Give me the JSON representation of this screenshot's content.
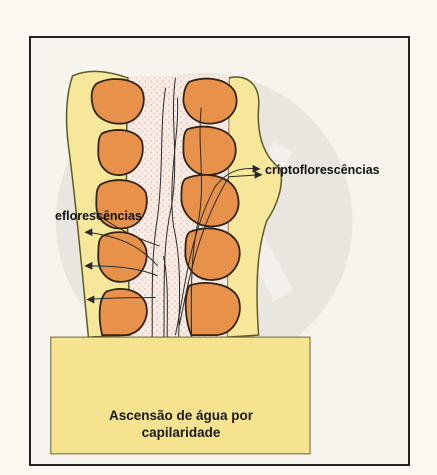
{
  "labels": {
    "criptoflorescencias": "criptoflorescências",
    "eflorescencias": "eflorescências"
  },
  "footer": {
    "line1": "Ascensão de água por",
    "line2": "capilaridade"
  },
  "colors": {
    "wall_yellow": "#f6e79a",
    "wall_outline": "#5a5a2a",
    "stone_orange": "#e8914a",
    "stone_outline": "#2e2418",
    "mortar_speckle": "#efd3c4",
    "watermark_gray": "#dcd8d3",
    "frame": "#222222"
  }
}
